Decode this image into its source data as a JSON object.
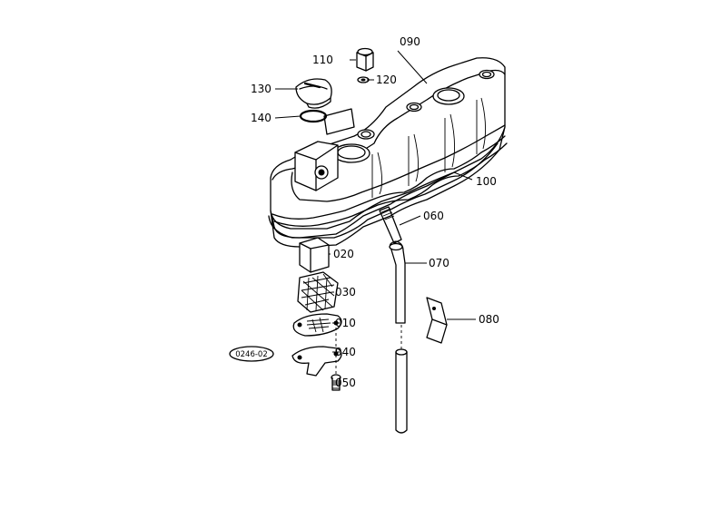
{
  "diagram": {
    "reference_code": "0246-02",
    "labels": {
      "p010": "010",
      "p020": "020",
      "p030": "030",
      "p040": "040",
      "p050": "050",
      "p060": "060",
      "p070": "070",
      "p080": "080",
      "p090": "090",
      "p100": "100",
      "p110": "110",
      "p120": "120",
      "p130": "130",
      "p140": "140"
    }
  }
}
